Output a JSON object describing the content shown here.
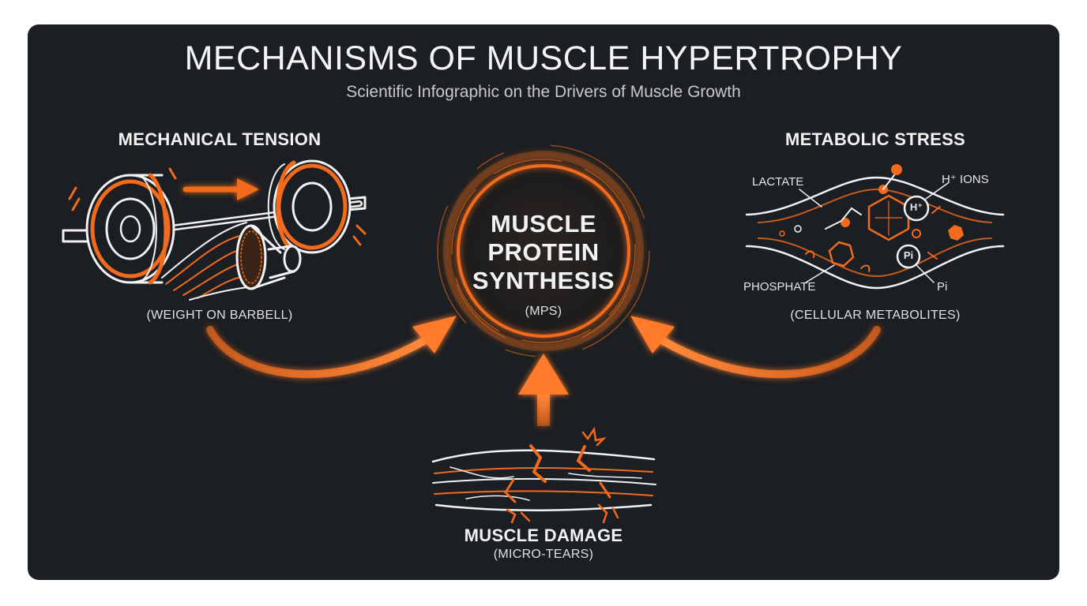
{
  "header": {
    "title": "MECHANISMS OF MUSCLE HYPERTROPHY",
    "subtitle": "Scientific Infographic on the Drivers of Muscle Growth"
  },
  "center": {
    "line1": "MUSCLE",
    "line2": "PROTEIN",
    "line3": "SYNTHESIS",
    "abbr": "(MPS)"
  },
  "drivers": {
    "tension": {
      "title": "MECHANICAL TENSION",
      "caption": "(WEIGHT ON BARBELL)"
    },
    "stress": {
      "title": "METABOLIC STRESS",
      "caption": "(CELLULAR METABOLITES)",
      "labels": {
        "lactate": "LACTATE",
        "h_ions": "H⁺ IONS",
        "phosphate": "PHOSPHATE",
        "pi": "Pi"
      },
      "molecule_labels": {
        "h": "H⁺",
        "pi": "Pi"
      }
    },
    "damage": {
      "title": "MUSCLE DAMAGE",
      "caption": "(MICRO-TEARS)"
    }
  },
  "colors": {
    "background": "#1b1e22",
    "accent": "#f26a1b",
    "line": "#f2f2f2"
  },
  "icons": [
    "barbell-icon",
    "muscle-fiber-icon",
    "blood-vessel-icon",
    "torn-muscle-icon",
    "arrow-icon"
  ]
}
